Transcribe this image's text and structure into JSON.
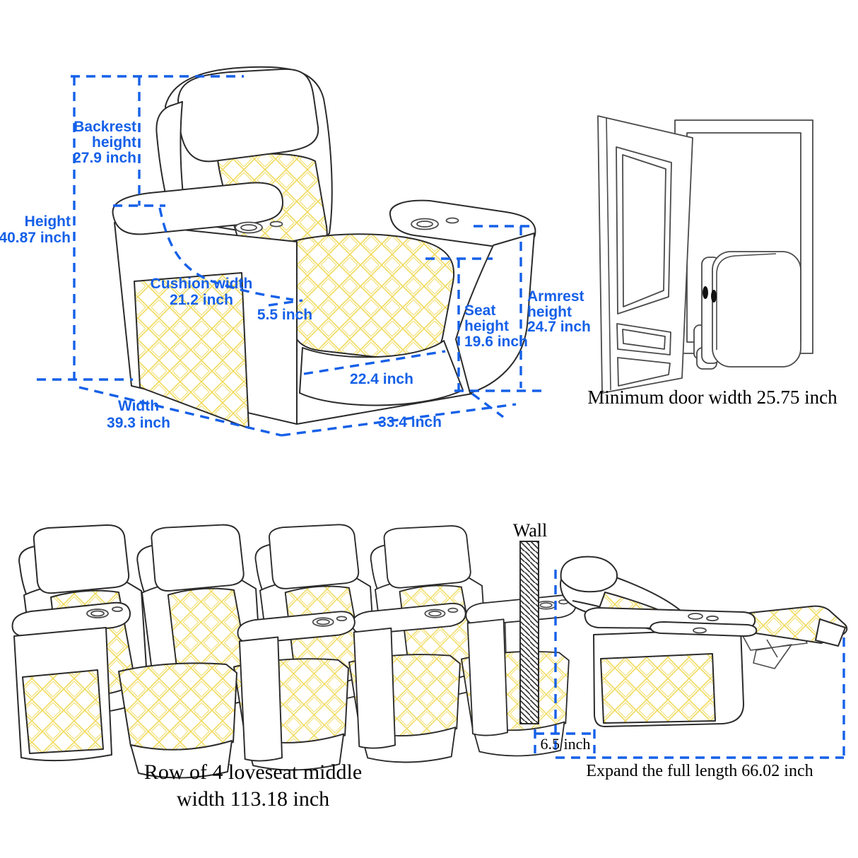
{
  "colors": {
    "dimension_blue": "#1560e8",
    "quilt_yellow": "#f2dd66",
    "outline_dark": "#2b2b2b"
  },
  "main_chair": {
    "height": [
      "Height",
      "40.87 inch"
    ],
    "backrest_height": [
      "Backrest",
      "height",
      "27.9 inch"
    ],
    "cushion_width": [
      "Cushion width",
      "21.2 inch"
    ],
    "armrest_width": "5.5 inch",
    "seat_height": [
      "Seat",
      "height",
      "19.6 inch"
    ],
    "armrest_height": [
      "Armrest",
      "height",
      "24.7 inch"
    ],
    "seat_depth": "22.4 inch",
    "width": [
      "Width",
      "39.3 inch"
    ],
    "depth": "33.4 inch"
  },
  "door": {
    "caption": "Minimum door width 25.75 inch"
  },
  "row": {
    "caption": [
      "Row of 4 loveseat middle",
      "width 113.18 inch"
    ]
  },
  "recline": {
    "wall": "Wall",
    "wall_gap": "6.5 inch",
    "caption": "Expand the full length 66.02 inch"
  }
}
